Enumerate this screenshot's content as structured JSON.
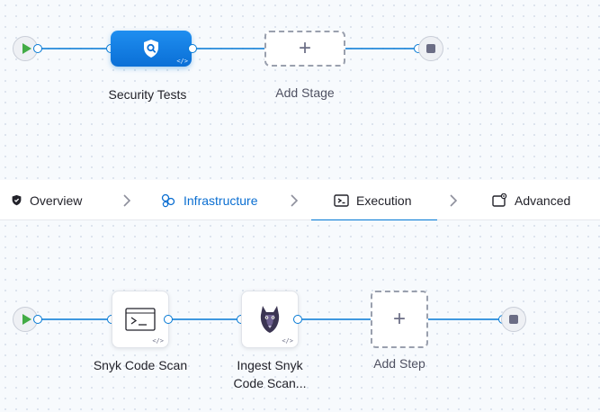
{
  "stage_pipeline": {
    "stage": {
      "label": "Security Tests",
      "icon": "shield-search-icon",
      "badge": "</>"
    },
    "add_stage": {
      "symbol": "+",
      "label": "Add Stage"
    }
  },
  "tabs": [
    {
      "label": "Overview",
      "icon": "shield-icon",
      "state": "default"
    },
    {
      "label": "Infrastructure",
      "icon": "infrastructure-icon",
      "state": "link"
    },
    {
      "label": "Execution",
      "icon": "execution-icon",
      "state": "active"
    },
    {
      "label": "Advanced",
      "icon": "advanced-settings-icon",
      "state": "default"
    }
  ],
  "step_pipeline": {
    "steps": [
      {
        "label": "Snyk Code Scan",
        "icon": "terminal-icon",
        "badge": "</>"
      },
      {
        "label_line1": "Ingest Snyk",
        "label_line2": "Code Scan...",
        "icon": "snyk-logo-icon",
        "badge": "</>"
      }
    ],
    "add_step": {
      "symbol": "+",
      "label": "Add Step"
    }
  },
  "colors": {
    "accent": "#0278d5",
    "start": "#42ab45",
    "stop": "#6b6d85",
    "link": "#0a6ed1"
  }
}
